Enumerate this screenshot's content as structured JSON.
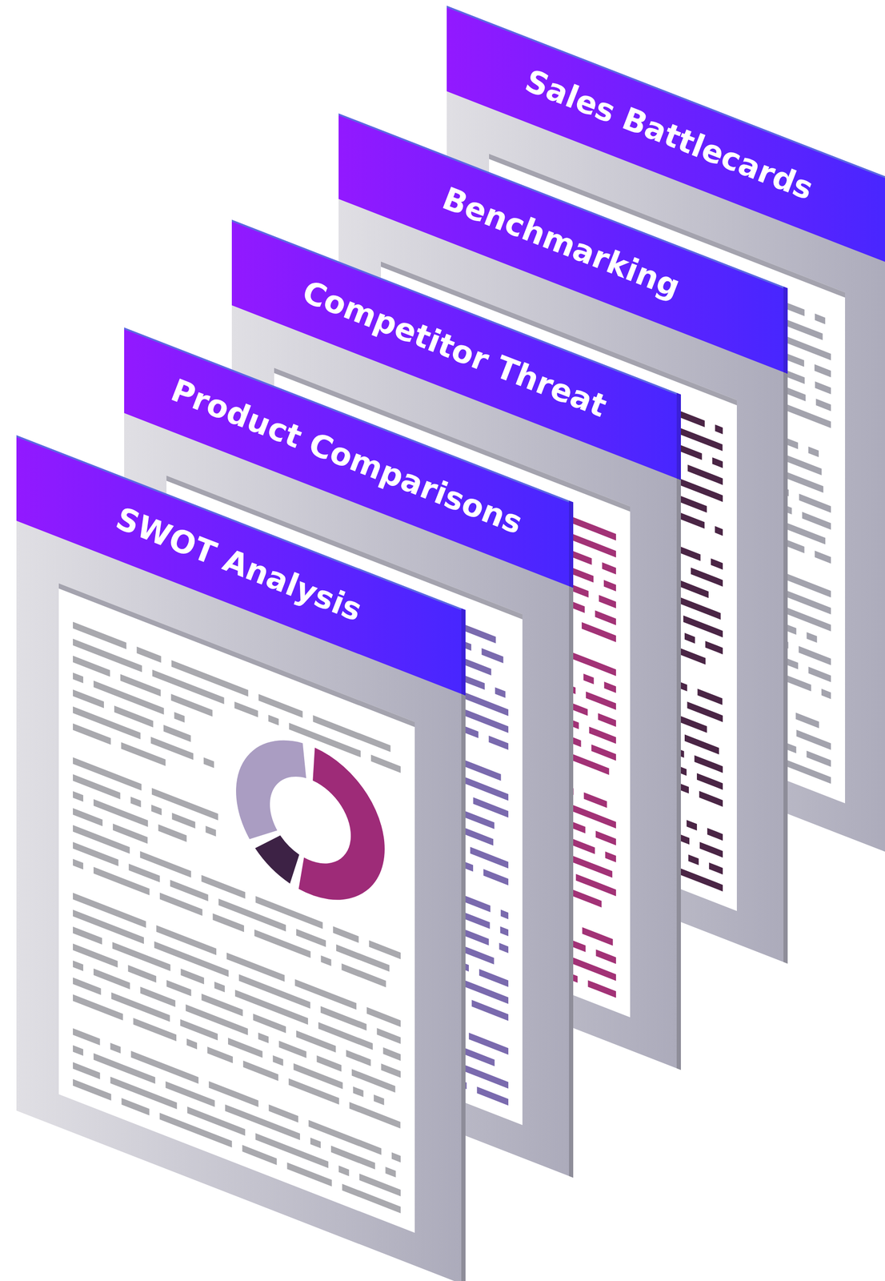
{
  "diagram": {
    "nodes": [
      {
        "text": [
          "Sales Battlecards"
        ]
      },
      {
        "text": [
          "Benchmarking"
        ]
      },
      {
        "text": [
          "Competitor Threat"
        ]
      },
      {
        "text": [
          "Product Comparisons"
        ]
      },
      {
        "text": [
          "SWOT Analysis"
        ]
      }
    ]
  }
}
